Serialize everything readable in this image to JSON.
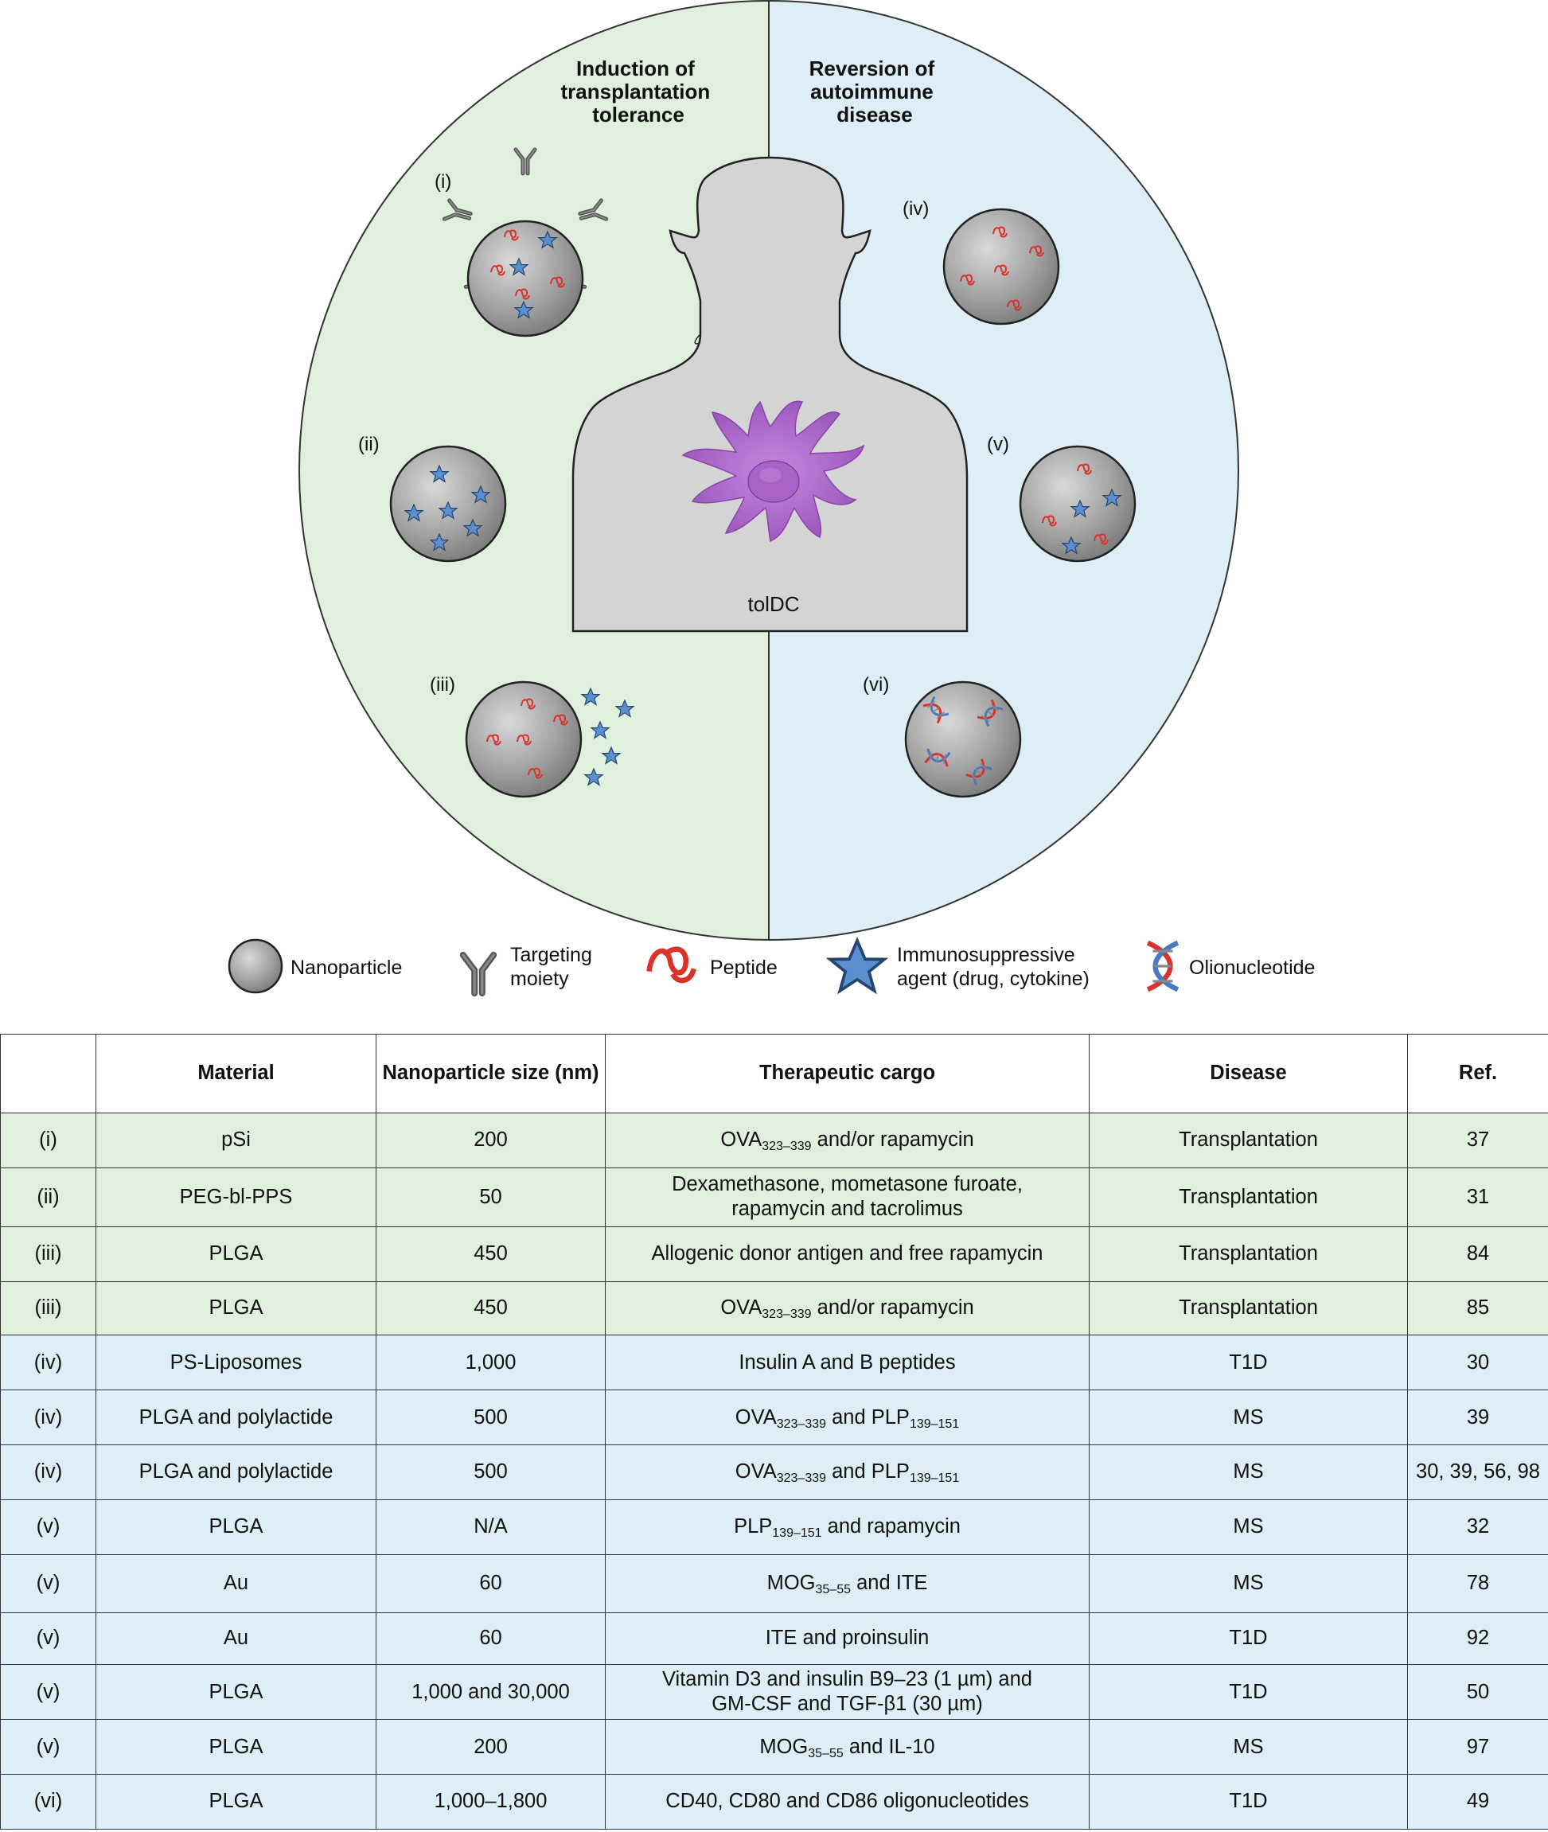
{
  "diagram": {
    "left_title": [
      "Induction of",
      "transplantation",
      "tolerance"
    ],
    "right_title": [
      "Reversion of",
      "autoimmune",
      "disease"
    ],
    "center_label": "tolDC",
    "roman_labels": [
      "(i)",
      "(ii)",
      "(iii)",
      "(iv)",
      "(v)",
      "(vi)"
    ],
    "colors": {
      "left_bg": "#dff0dc",
      "right_bg": "#ddeef6",
      "nanoparticle": "#9a9a9a",
      "peptide": "#d9322a",
      "agent": "#5b8fcf",
      "dc": "#a15ac2",
      "body": "#d4d4d4"
    }
  },
  "legend": [
    {
      "icon": "nanoparticle-icon",
      "label": [
        "Nanoparticle"
      ]
    },
    {
      "icon": "antibody-icon",
      "label": [
        "Targeting",
        "moiety"
      ]
    },
    {
      "icon": "peptide-icon",
      "label": [
        "Peptide"
      ]
    },
    {
      "icon": "star-icon",
      "label": [
        "Immunosuppressive",
        "agent (drug, cytokine)"
      ]
    },
    {
      "icon": "dna-icon",
      "label": [
        "Olionucleotide"
      ]
    }
  ],
  "table": {
    "headers": [
      "",
      "Material",
      "Nanoparticle size (nm)",
      "Therapeutic cargo",
      "Disease",
      "Ref."
    ],
    "rows": [
      {
        "group": "green",
        "id": "(i)",
        "material": "pSi",
        "size": "200",
        "cargo": [
          [
            "OVA",
            "323–339",
            " and/or rapamycin"
          ]
        ],
        "disease": "Transplantation",
        "ref": "37"
      },
      {
        "group": "green",
        "id": "(ii)",
        "material": "PEG-bl-PPS",
        "size": "50",
        "cargo": [
          [
            "Dexamethasone, mometasone furoate,"
          ],
          [
            "rapamycin and tacrolimus"
          ]
        ],
        "disease": "Transplantation",
        "ref": "31"
      },
      {
        "group": "green",
        "id": "(iii)",
        "material": "PLGA",
        "size": "450",
        "cargo": [
          [
            "Allogenic donor antigen and free rapamycin"
          ]
        ],
        "disease": "Transplantation",
        "ref": "84"
      },
      {
        "group": "green",
        "id": "(iii)",
        "material": "PLGA",
        "size": "450",
        "cargo": [
          [
            "OVA",
            "323–339",
            " and/or rapamycin"
          ]
        ],
        "disease": "Transplantation",
        "ref": "85"
      },
      {
        "group": "blue",
        "id": "(iv)",
        "material": "PS-Liposomes",
        "size": "1,000",
        "cargo": [
          [
            "Insulin A and B peptides"
          ]
        ],
        "disease": "T1D",
        "ref": "30"
      },
      {
        "group": "blue",
        "id": "(iv)",
        "material": "PLGA and polylactide",
        "size": "500",
        "cargo": [
          [
            "OVA",
            "323–339",
            " and PLP",
            "139–151",
            ""
          ]
        ],
        "disease": "MS",
        "ref": "39"
      },
      {
        "group": "blue",
        "id": "(iv)",
        "material": "PLGA and polylactide",
        "size": "500",
        "cargo": [
          [
            "OVA",
            "323–339",
            " and PLP",
            "139–151",
            ""
          ]
        ],
        "disease": "MS",
        "ref": "30, 39, 56, 98"
      },
      {
        "group": "blue",
        "id": "(v)",
        "material": "PLGA",
        "size": "N/A",
        "cargo": [
          [
            "PLP",
            "139–151",
            " and rapamycin"
          ]
        ],
        "disease": "MS",
        "ref": "32"
      },
      {
        "group": "blue",
        "id": "(v)",
        "material": "Au",
        "size": "60",
        "cargo": [
          [
            "MOG",
            "35–55",
            " and ITE"
          ]
        ],
        "disease": "MS",
        "ref": "78"
      },
      {
        "group": "blue",
        "id": "(v)",
        "material": "Au",
        "size": "60",
        "cargo": [
          [
            "ITE and proinsulin"
          ]
        ],
        "disease": "T1D",
        "ref": "92"
      },
      {
        "group": "blue",
        "id": "(v)",
        "material": "PLGA",
        "size": "1,000 and 30,000",
        "cargo": [
          [
            "Vitamin D3 and insulin B9–23 (1 µm) and"
          ],
          [
            "GM-CSF and TGF-β1 (30 µm)"
          ]
        ],
        "disease": "T1D",
        "ref": "50"
      },
      {
        "group": "blue",
        "id": "(v)",
        "material": "PLGA",
        "size": "200",
        "cargo": [
          [
            "MOG",
            "35–55",
            " and IL-10"
          ]
        ],
        "disease": "MS",
        "ref": "97"
      },
      {
        "group": "blue",
        "id": "(vi)",
        "material": "PLGA",
        "size": "1,000–1,800",
        "cargo": [
          [
            "CD40, CD80 and CD86 oligonucleotides"
          ]
        ],
        "disease": "T1D",
        "ref": "49"
      }
    ]
  }
}
